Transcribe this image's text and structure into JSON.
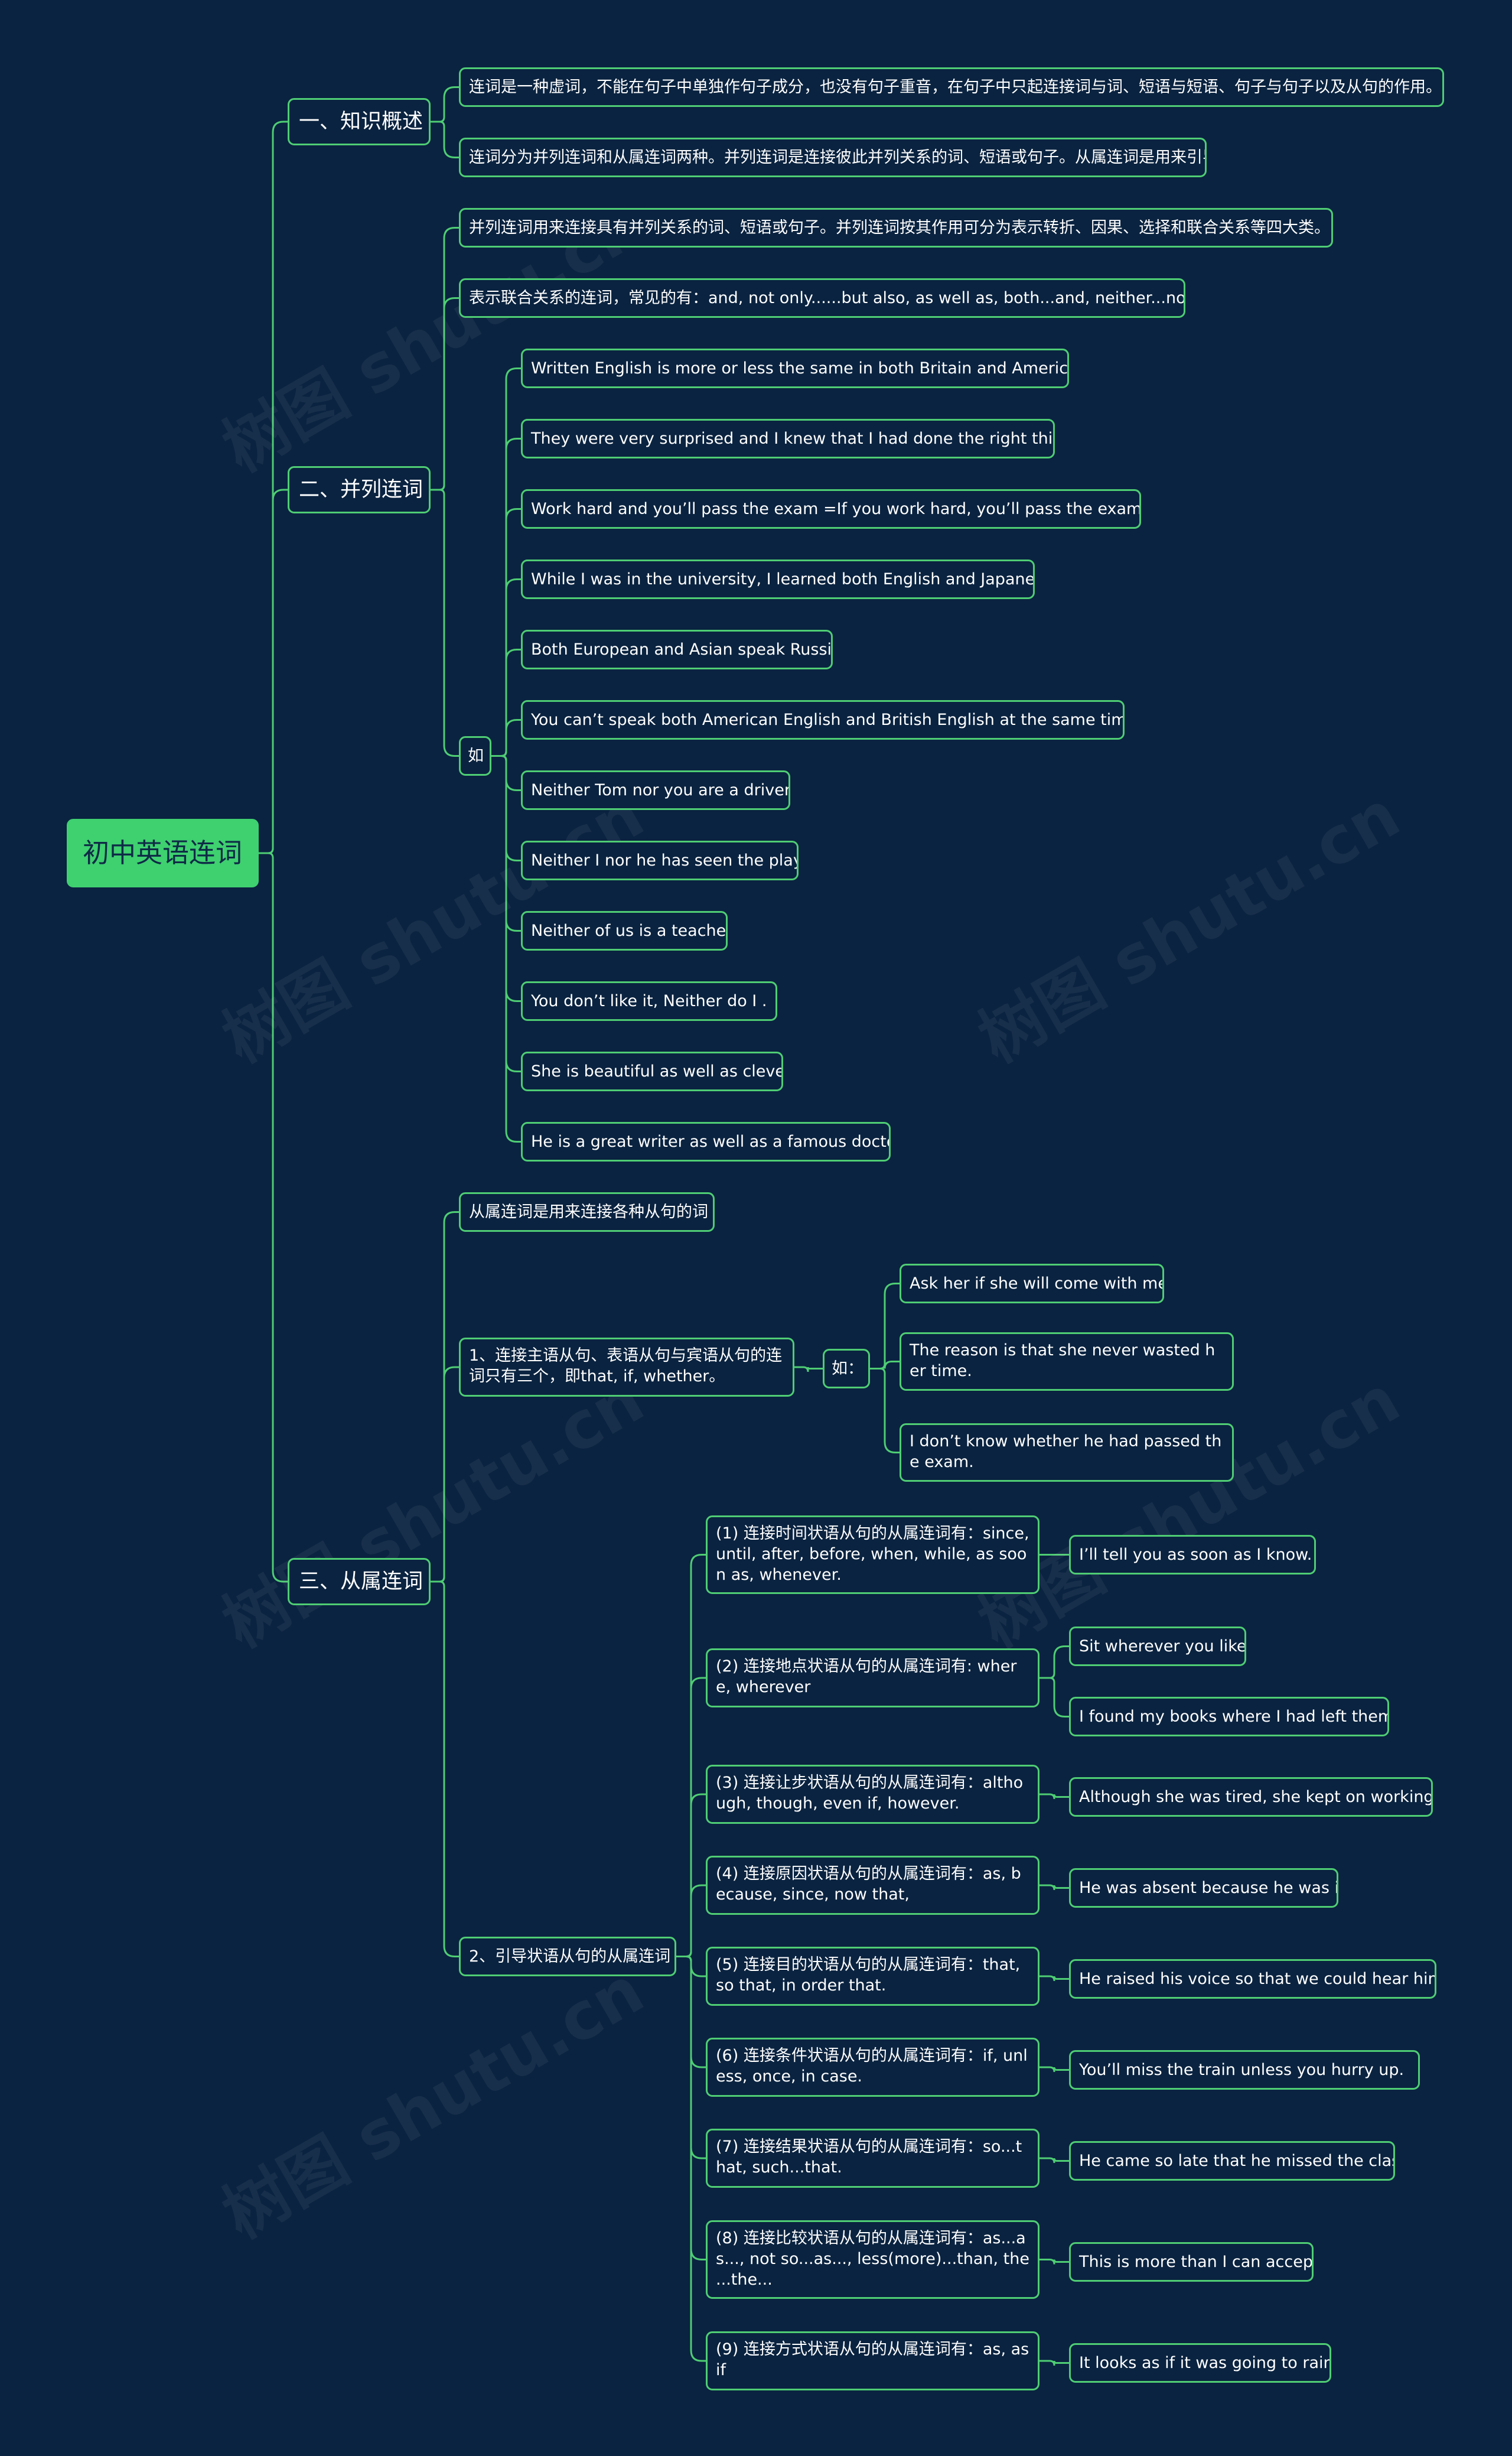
{
  "watermark": "树图 shutu.cn",
  "colors": {
    "background": "#0a2340",
    "line": "#4fcd74",
    "root_fill": "#3fd070",
    "root_text": "#0e2b46",
    "text": "#ffffff"
  },
  "root": {
    "label": "初中英语连词"
  },
  "sections": {
    "overview": {
      "label": "一、知识概述",
      "items": [
        "连词是一种虚词，不能在句子中单独作句子成分，也没有句子重音，在句子中只起连接词与词、短语与短语、句子与句子以及从句的作用。",
        "连词分为并列连词和从属连词两种。并列连词是连接彼此并列关系的词、短语或句子。从属连词是用来引导从句的词。"
      ]
    },
    "coordinating": {
      "label": "二、并列连词",
      "items": [
        "并列连词用来连接具有并列关系的词、短语或句子。并列连词按其作用可分为表示转折、因果、选择和联合关系等四大类。",
        "表示联合关系的连词，常见的有：and, not only......but also, as well as, both...and, neither...nor...."
      ],
      "examples_label": "如",
      "examples": [
        "Written English is more or less the same in both Britain and American.",
        "They were very surprised and I knew that I had done the right thing.",
        "Work hard and you’ll pass the exam =If you work hard, you’ll pass the exam.",
        "While I was in the university, I learned both English and Japanese.",
        "Both European and Asian speak Russia",
        "You can’t speak both American English and British English at the same time.",
        "Neither Tom nor you are a driver.",
        "Neither I nor he has seen the play.",
        "Neither of us is a teacher",
        "You don’t like it, Neither do I .",
        "She is beautiful as well as clever.",
        "He is a great writer as well as a famous doctor."
      ]
    },
    "subordinating": {
      "label": "三、从属连词",
      "intro": "从属连词是用来连接各种从句的词",
      "noun_clause": {
        "label": "1、连接主语从句、表语从句与宾语从句的连词只有三个，即that, if, whether。",
        "examples_label": "如：",
        "examples": [
          "Ask her if she will come with me.",
          "The reason is that she never wasted her time.",
          "I don’t know whether he had passed the exam."
        ]
      },
      "adverbial": {
        "label": "2、引导状语从句的从属连词",
        "groups": [
          {
            "label": "(1) 连接时间状语从句的从属连词有：since, until, after, before, when, while, as soon as, whenever.",
            "examples": [
              "I’ll tell you as soon as I know."
            ]
          },
          {
            "label": "(2) 连接地点状语从句的从属连词有: where, wherever",
            "examples": [
              "Sit wherever you like.",
              "I found my books where I had left them."
            ]
          },
          {
            "label": "(3) 连接让步状语从句的从属连词有：although, though, even if, however.",
            "examples": [
              "Although she was tired, she kept on working."
            ]
          },
          {
            "label": "(4) 连接原因状语从句的从属连词有：as, because, since, now that,",
            "examples": [
              "He was absent because he was ill."
            ]
          },
          {
            "label": "(5) 连接目的状语从句的从属连词有：that, so that, in order that.",
            "examples": [
              "He raised his voice so that we could hear him."
            ]
          },
          {
            "label": "(6) 连接条件状语从句的从属连词有：if, unless, once, in case.",
            "examples": [
              "You’ll miss the train unless you hurry up."
            ]
          },
          {
            "label": "(7) 连接结果状语从句的从属连词有：so...that, such...that.",
            "examples": [
              "He came so late that he missed the class."
            ]
          },
          {
            "label": "(8) 连接比较状语从句的从属连词有：as...as..., not so...as..., less(more)...than, the ...the...",
            "examples": [
              "This is more than I can accept."
            ]
          },
          {
            "label": "(9) 连接方式状语从句的从属连词有：as, as if",
            "examples": [
              "It looks as if it was going to rain."
            ]
          }
        ]
      }
    }
  }
}
